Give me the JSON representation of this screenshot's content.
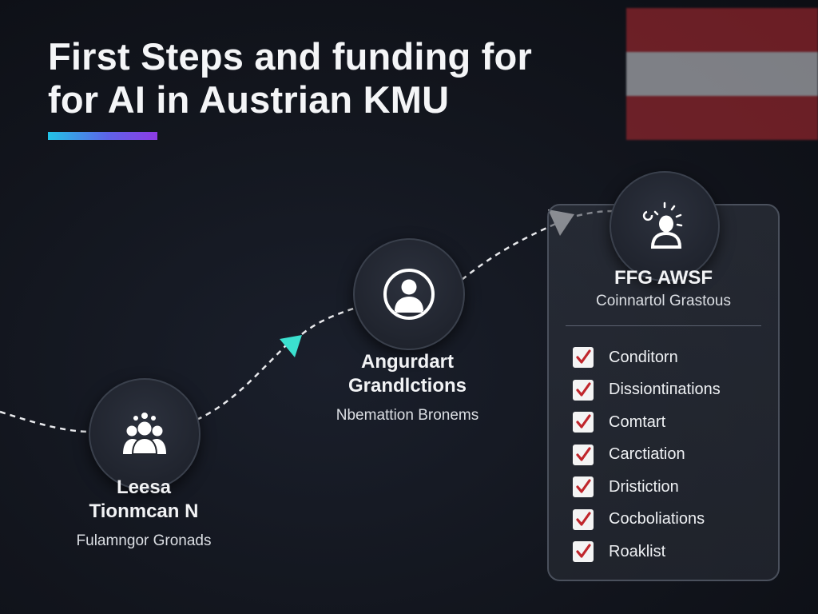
{
  "title": {
    "line1": "First Steps and funding for",
    "line2": "for AI in Austrian KMU"
  },
  "colors": {
    "accent_gradient": [
      "#22c3e6",
      "#5e63e8",
      "#8e3be4"
    ],
    "arrow_teal": "#3be0cf",
    "arrow_white": "#f5f5f5",
    "check_red": "#c0262c",
    "flag_red": "#b82c33",
    "flag_white": "#d9dadf"
  },
  "steps": [
    {
      "icon": "group-icon",
      "name_line1": "Leesa",
      "name_line2": "Tionmcan N",
      "sub": "Fulamngor Gronads"
    },
    {
      "icon": "person-icon",
      "name_line1": "Angurdart",
      "name_line2": "Grandlctions",
      "sub": "Nbemattion Bronems"
    }
  ],
  "card": {
    "icon": "idea-person-icon",
    "title": "FFG AWSF",
    "subtitle": "Coinnartol Grastous",
    "checklist": [
      "Conditorn",
      "Dissiontiпations",
      "Comtart",
      "Carctiation",
      "Dristiction",
      "Cocboliations",
      "Roaklist"
    ]
  }
}
